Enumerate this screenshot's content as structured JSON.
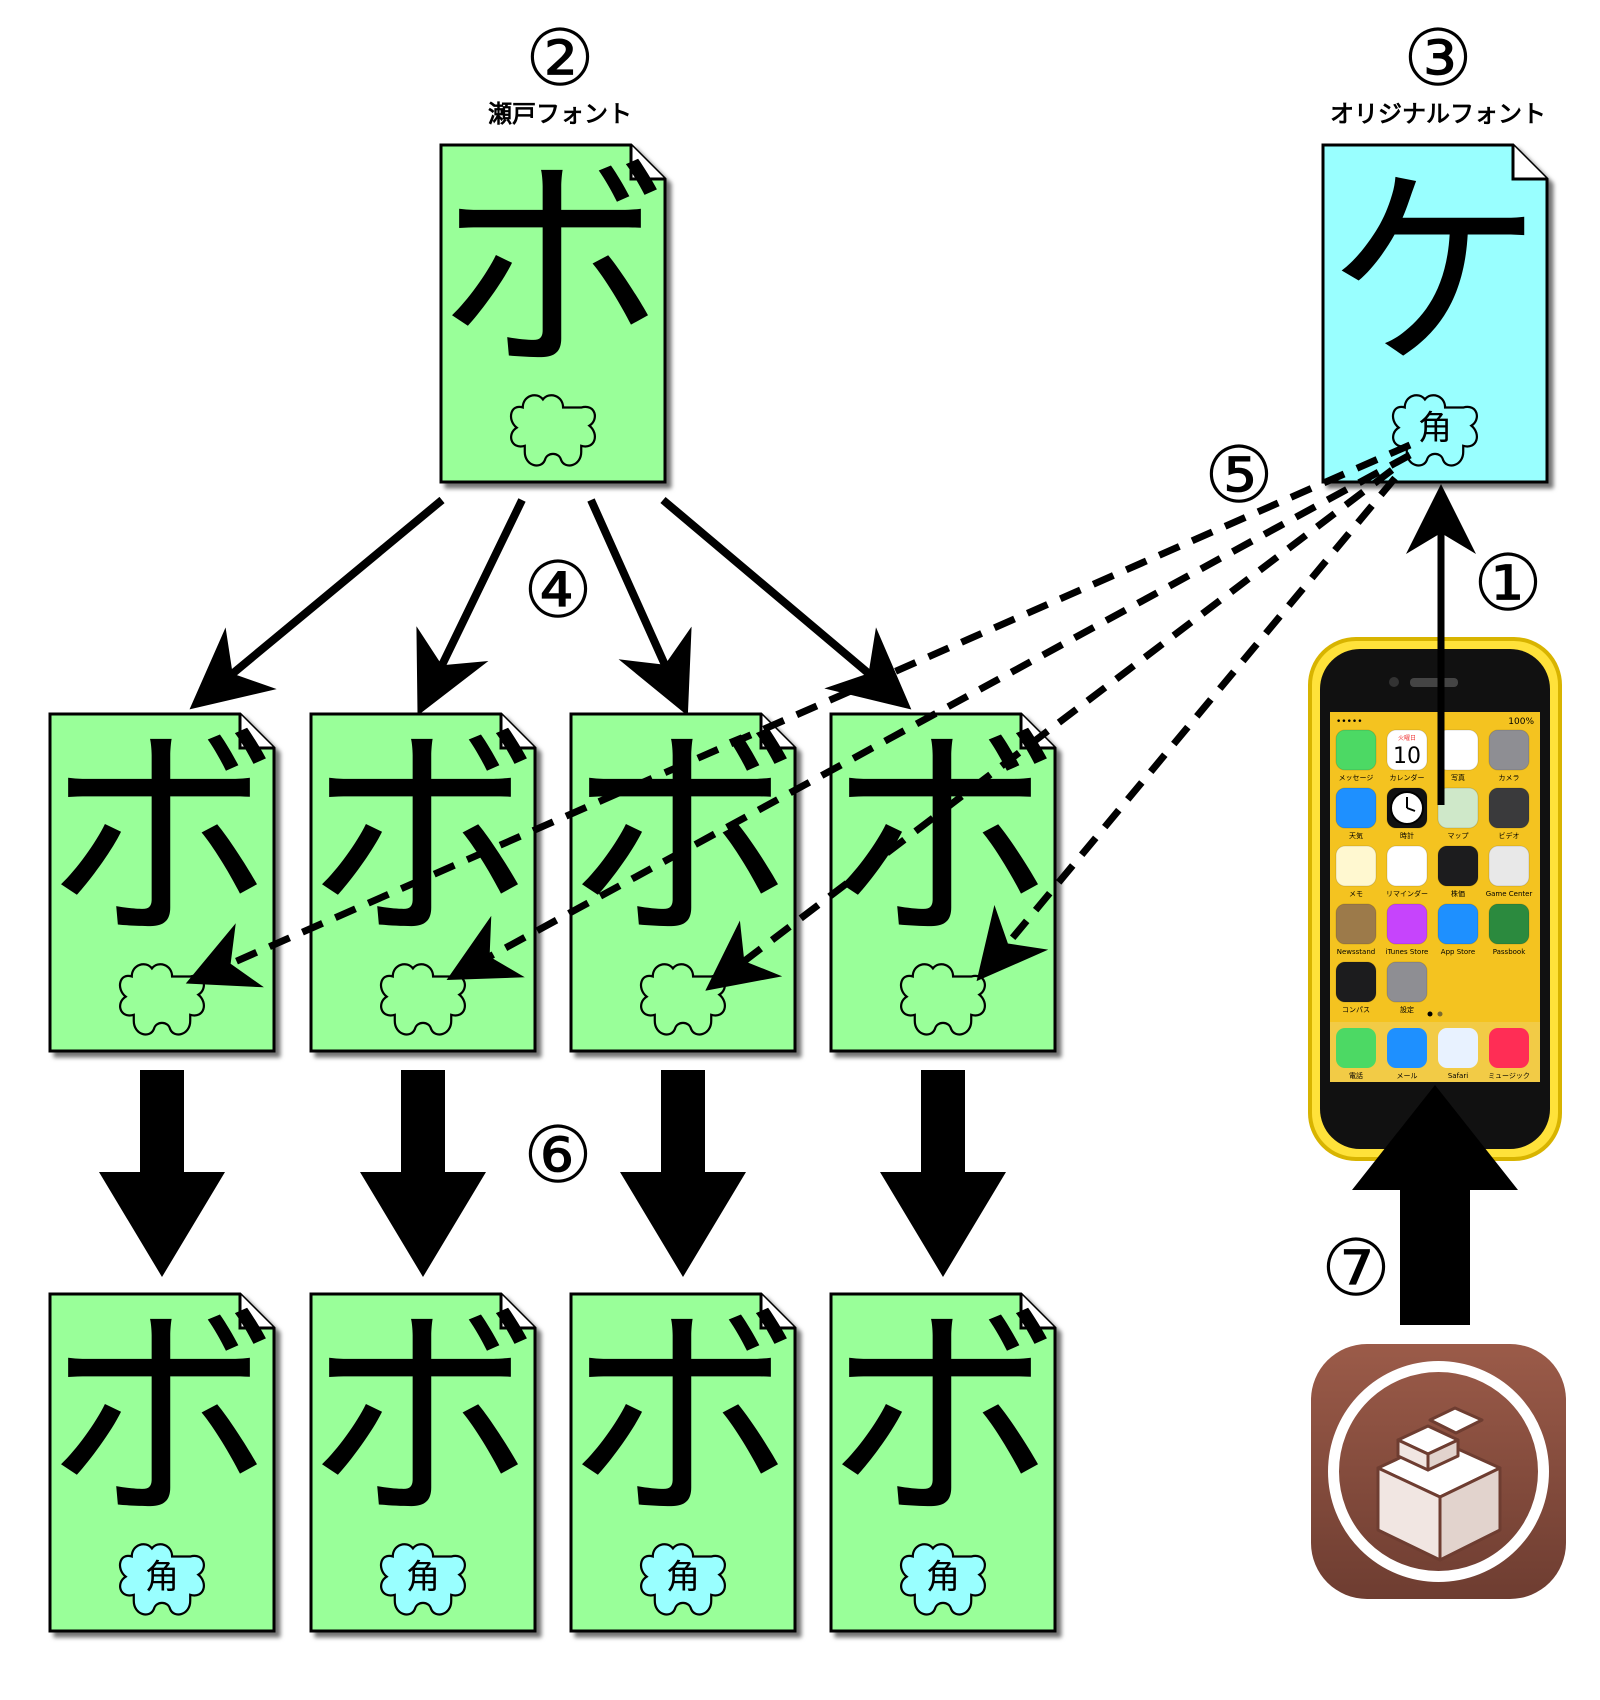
{
  "labels": {
    "step1": "①",
    "step2": "②",
    "step3": "③",
    "step4": "④",
    "step5": "⑤",
    "step6": "⑥",
    "step7": "⑦",
    "seto_font": "瀬戸フォント",
    "original_font": "オリジナルフォント"
  },
  "glyphs": {
    "seto": "ボ",
    "original": "ケ",
    "puzzle_mark": "角"
  },
  "colors": {
    "green_doc": "#99ff99",
    "cyan_doc": "#99ffff",
    "phone_yellow": "#ffe23a",
    "cydia_brown": "#8a4f3f"
  },
  "phone": {
    "status_carrier": "•••••",
    "status_battery": "100%",
    "calendar_day": "火曜日",
    "calendar_date": "10",
    "apps": [
      {
        "label": "メッセージ",
        "color": "#4cd964"
      },
      {
        "label": "カレンダー",
        "color": "#ffffff"
      },
      {
        "label": "写真",
        "color": "#ffffff"
      },
      {
        "label": "カメラ",
        "color": "#8e8e93"
      },
      {
        "label": "天気",
        "color": "#1e90ff"
      },
      {
        "label": "時計",
        "color": "#111111"
      },
      {
        "label": "マップ",
        "color": "#cfe8c9"
      },
      {
        "label": "ビデオ",
        "color": "#3a3a3c"
      },
      {
        "label": "メモ",
        "color": "#fff8d0"
      },
      {
        "label": "リマインダー",
        "color": "#ffffff"
      },
      {
        "label": "株価",
        "color": "#1c1c1e"
      },
      {
        "label": "Game Center",
        "color": "#e8e8e8"
      },
      {
        "label": "Newsstand",
        "color": "#9c7a4a"
      },
      {
        "label": "iTunes Store",
        "color": "#c644fc"
      },
      {
        "label": "App Store",
        "color": "#1e90ff"
      },
      {
        "label": "Passbook",
        "color": "#2b8a3e"
      },
      {
        "label": "コンパス",
        "color": "#1c1c1e"
      },
      {
        "label": "設定",
        "color": "#8e8e93"
      }
    ],
    "dock": [
      {
        "label": "電話",
        "color": "#4cd964"
      },
      {
        "label": "メール",
        "color": "#1e90ff"
      },
      {
        "label": "Safari",
        "color": "#e8f2ff"
      },
      {
        "label": "ミュージック",
        "color": "#ff2d55"
      }
    ]
  }
}
